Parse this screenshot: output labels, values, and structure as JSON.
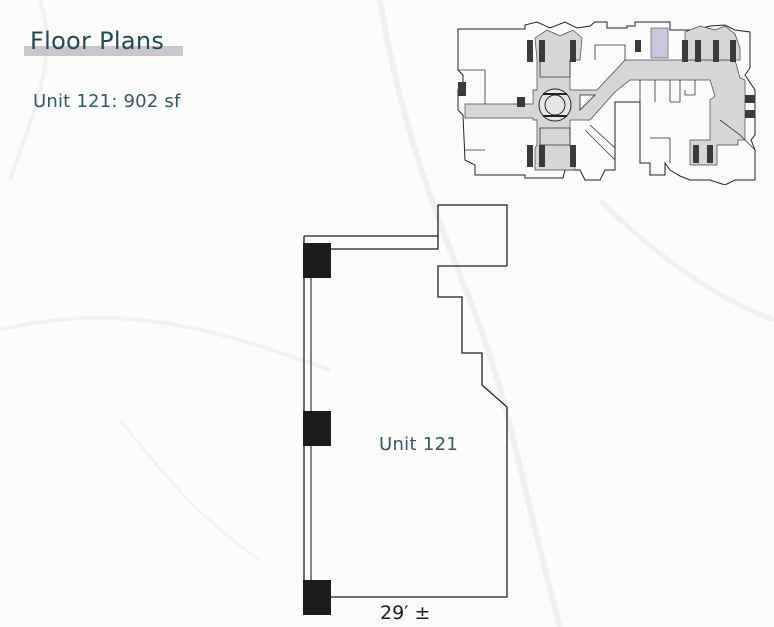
{
  "header": {
    "title": "Floor Plans",
    "unit_summary": "Unit 121: 902 sf"
  },
  "plan": {
    "unit_label": "Unit 121",
    "width_dimension": "29′ ±"
  },
  "key_plan": {
    "highlight_color": "#c9c6e0",
    "corridor_color": "#d6d6d6"
  },
  "colors": {
    "title_text": "#1e4a56",
    "title_underline": "#cac6cb",
    "label_text": "#2f5a66",
    "wall": "#1f1f1f",
    "column": "#1d1b1c",
    "background": "#fbfbfa"
  }
}
